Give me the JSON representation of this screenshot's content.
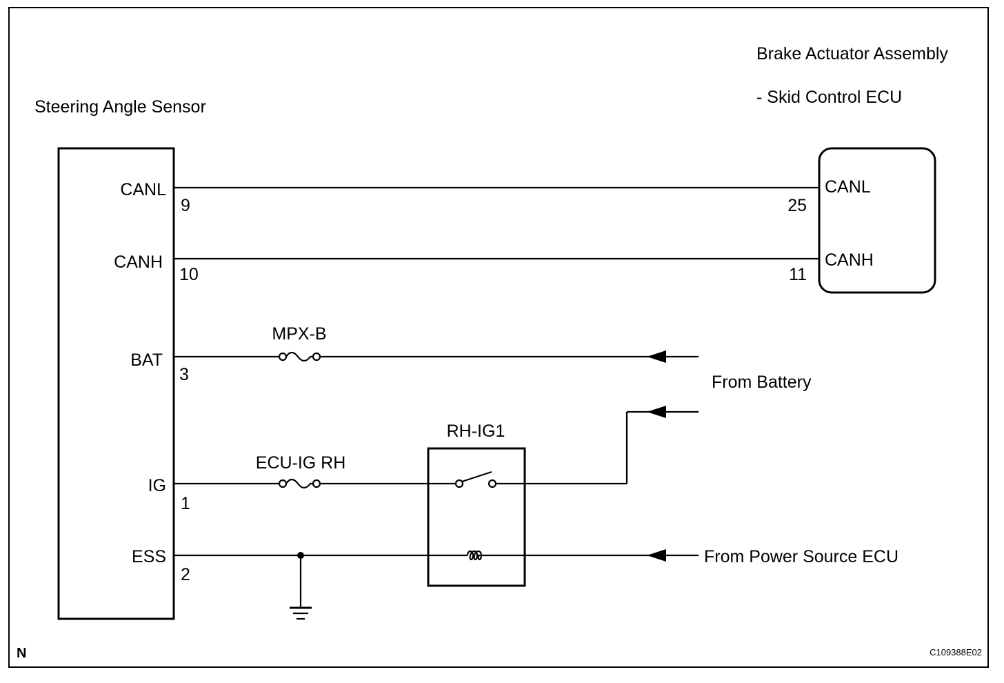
{
  "components": {
    "steering_sensor": {
      "title": "Steering Angle Sensor"
    },
    "skid_ecu": {
      "title_line1": "Brake Actuator Assembly",
      "title_line2": "- Skid Control ECU"
    },
    "relay": {
      "label": "RH-IG1"
    }
  },
  "pins": {
    "canl": {
      "name": "CANL",
      "number": "9"
    },
    "canh": {
      "name": "CANH",
      "number": "10"
    },
    "bat": {
      "name": "BAT",
      "number": "3"
    },
    "ig": {
      "name": "IG",
      "number": "1"
    },
    "ess": {
      "name": "ESS",
      "number": "2"
    },
    "ecu_canl": {
      "name": "CANL",
      "number": "25"
    },
    "ecu_canh": {
      "name": "CANH",
      "number": "11"
    }
  },
  "fuses": {
    "mpx_b": "MPX-B",
    "ecu_ig_rh": "ECU-IG RH"
  },
  "sources": {
    "battery": "From Battery",
    "power_source_ecu": "From Power Source ECU"
  },
  "footer": {
    "corner_mark": "N",
    "figure_code": "C109388E02"
  }
}
